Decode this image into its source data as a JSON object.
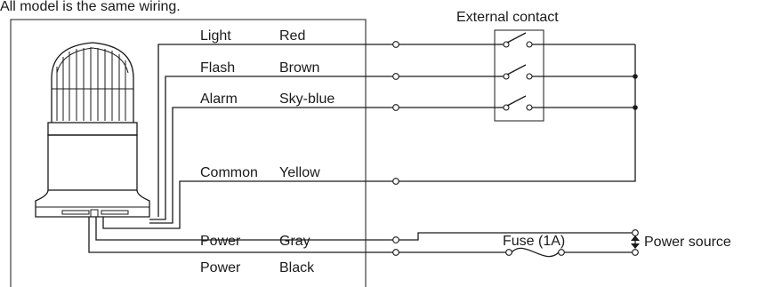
{
  "caption": "All model is the same wiring.",
  "external_contact_label": "External contact",
  "wires": [
    {
      "function": "Light",
      "color": "Red"
    },
    {
      "function": "Flash",
      "color": "Brown"
    },
    {
      "function": "Alarm",
      "color": "Sky-blue"
    },
    {
      "function": "Common",
      "color": "Yellow"
    },
    {
      "function": "Power",
      "color": "Gray"
    },
    {
      "function": "Power",
      "color": "Black"
    }
  ],
  "fuse_label": "Fuse (1A)",
  "power_source_label": "Power source"
}
